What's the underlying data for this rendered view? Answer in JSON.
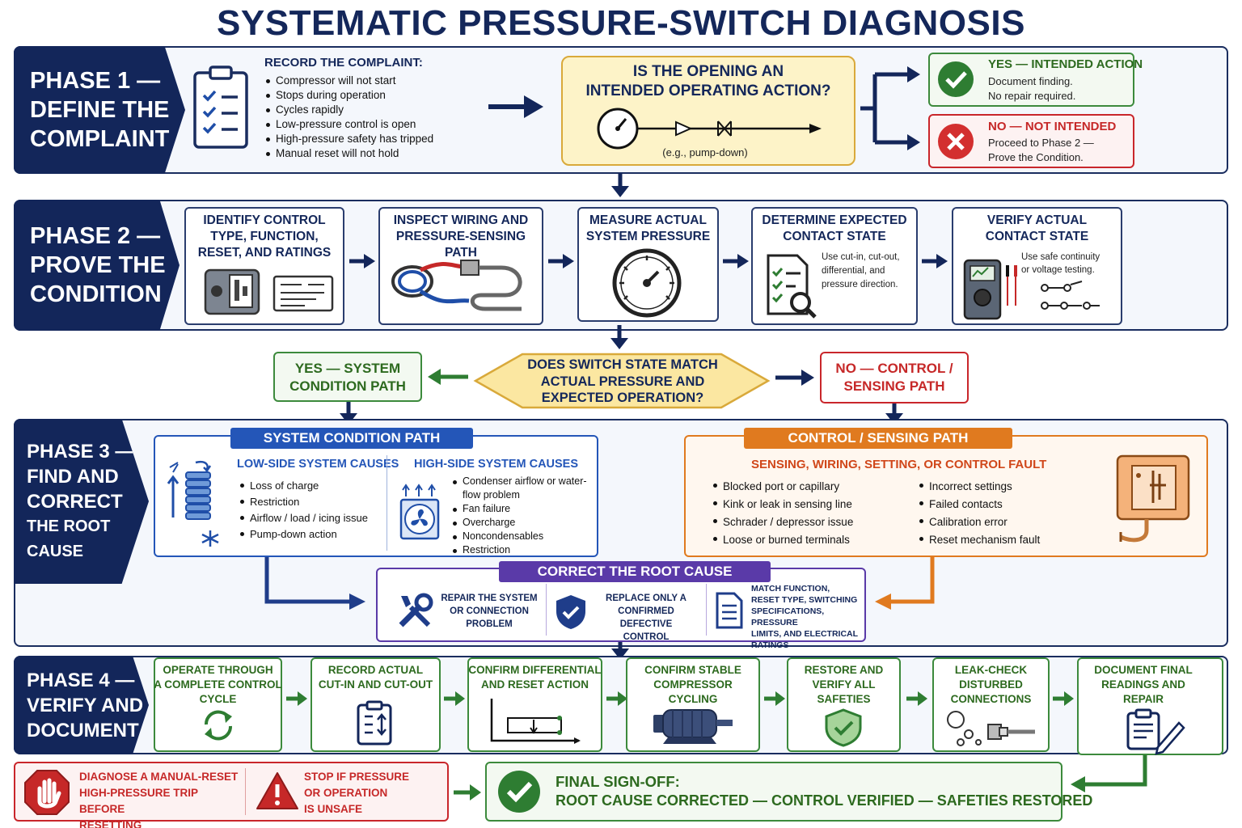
{
  "title": "SYSTEMATIC PRESSURE-SWITCH DIAGNOSIS",
  "phase1": {
    "tab": [
      "PHASE 1 —",
      "DEFINE THE",
      "COMPLAINT"
    ],
    "record_heading": "RECORD THE COMPLAINT:",
    "complaints": [
      "Compressor will not start",
      "Stops during operation",
      "Cycles rapidly",
      "Low-pressure control is open",
      "High-pressure safety has tripped",
      "Manual reset will not hold"
    ],
    "question": [
      "IS THE OPENING AN",
      "INTENDED OPERATING ACTION?"
    ],
    "question_note": "(e.g., pump-down)",
    "yes_title": "YES — INTENDED ACTION",
    "yes_text": [
      "Document finding.",
      "No repair required."
    ],
    "no_title": "NO — NOT INTENDED",
    "no_text": [
      "Proceed to Phase 2 —",
      "Prove the Condition."
    ]
  },
  "phase2": {
    "tab": [
      "PHASE 2 —",
      "PROVE THE",
      "CONDITION"
    ],
    "steps": [
      {
        "title": [
          "IDENTIFY CONTROL",
          "TYPE, FUNCTION,",
          "RESET, AND RATINGS"
        ]
      },
      {
        "title": [
          "INSPECT WIRING AND",
          "PRESSURE-SENSING PATH"
        ]
      },
      {
        "title": [
          "MEASURE ACTUAL",
          "SYSTEM PRESSURE"
        ]
      },
      {
        "title": [
          "DETERMINE EXPECTED",
          "CONTACT STATE"
        ],
        "note": [
          "Use cut-in, cut-out,",
          "differential, and",
          "pressure direction."
        ]
      },
      {
        "title": [
          "VERIFY ACTUAL",
          "CONTACT STATE"
        ],
        "note": [
          "Use safe continuity",
          "or voltage testing."
        ]
      }
    ]
  },
  "decision": {
    "question": [
      "DOES SWITCH STATE MATCH",
      "ACTUAL PRESSURE AND",
      "EXPECTED OPERATION?"
    ],
    "yes": [
      "YES — SYSTEM",
      "CONDITION PATH"
    ],
    "no": [
      "NO — CONTROL /",
      "SENSING PATH"
    ]
  },
  "phase3": {
    "tab": [
      "PHASE 3 —",
      "FIND AND",
      "CORRECT",
      "THE ROOT CAUSE"
    ],
    "system_header": "SYSTEM CONDITION PATH",
    "low_title": "LOW-SIDE SYSTEM CAUSES",
    "low_items": [
      "Loss of charge",
      "Restriction",
      "Airflow / load / icing issue",
      "Pump-down action"
    ],
    "high_title": "HIGH-SIDE SYSTEM CAUSES",
    "high_items": [
      "Condenser airflow or water-flow problem",
      "Fan failure",
      "Overcharge",
      "Noncondensables",
      "Restriction"
    ],
    "control_header": "CONTROL / SENSING PATH",
    "control_title": "SENSING, WIRING, SETTING, OR CONTROL FAULT",
    "control_left": [
      "Blocked port or capillary",
      "Kink or leak in sensing line",
      "Schrader / depressor issue",
      "Loose or burned terminals"
    ],
    "control_right": [
      "Incorrect settings",
      "Failed contacts",
      "Calibration error",
      "Reset mechanism fault"
    ],
    "correct_header": "CORRECT THE ROOT CAUSE",
    "correct_items": [
      [
        "REPAIR THE SYSTEM",
        "OR CONNECTION",
        "PROBLEM"
      ],
      [
        "REPLACE ONLY A",
        "CONFIRMED DEFECTIVE",
        "CONTROL"
      ],
      [
        "MATCH FUNCTION,",
        "RESET TYPE, SWITCHING",
        "SPECIFICATIONS, PRESSURE",
        "LIMITS, AND ELECTRICAL",
        "RATINGS"
      ]
    ]
  },
  "phase4": {
    "tab": [
      "PHASE 4 —",
      "VERIFY AND",
      "DOCUMENT"
    ],
    "steps": [
      [
        "OPERATE THROUGH",
        "A COMPLETE CONTROL",
        "CYCLE"
      ],
      [
        "RECORD ACTUAL",
        "CUT-IN AND CUT-OUT"
      ],
      [
        "CONFIRM DIFFERENTIAL",
        "AND RESET ACTION"
      ],
      [
        "CONFIRM STABLE",
        "COMPRESSOR",
        "CYCLING"
      ],
      [
        "RESTORE AND",
        "VERIFY ALL",
        "SAFETIES"
      ],
      [
        "LEAK-CHECK",
        "DISTURBED",
        "CONNECTIONS"
      ],
      [
        "DOCUMENT FINAL",
        "READINGS AND",
        "REPAIR"
      ]
    ]
  },
  "warnings": {
    "w1": [
      "DIAGNOSE A MANUAL-RESET",
      "HIGH-PRESSURE TRIP BEFORE",
      "RESETTING"
    ],
    "w2": [
      "STOP IF PRESSURE",
      "OR OPERATION",
      "IS UNSAFE"
    ]
  },
  "signoff": {
    "line1": "FINAL SIGN-OFF:",
    "line2": "ROOT CAUSE CORRECTED — CONTROL VERIFIED — SAFETIES RESTORED"
  },
  "colors": {
    "navy": "#13265a",
    "green": "#2e7d32",
    "red": "#c62828",
    "orange": "#e07a1f",
    "blue": "#2456b8",
    "purple": "#5a3aa8",
    "yellow": "#fdf3c8"
  }
}
